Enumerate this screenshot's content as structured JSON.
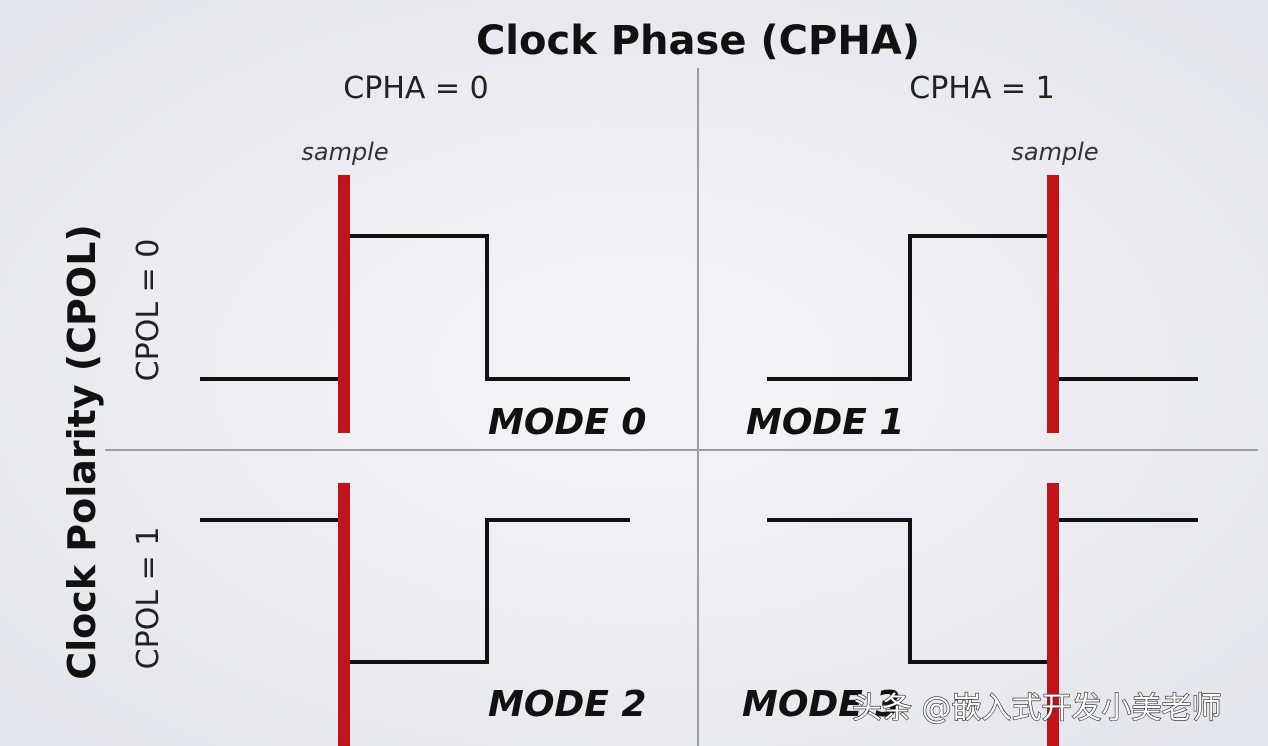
{
  "title": "Clock Phase (CPHA)",
  "y_title": "Clock Polarity (CPOL)",
  "columns": [
    "CPHA = 0",
    "CPHA = 1"
  ],
  "rows": [
    "CPOL = 0",
    "CPOL = 1"
  ],
  "sample_label": "sample",
  "modes": [
    {
      "label": "MODE 0",
      "cpol": 0,
      "cpha": 0
    },
    {
      "label": "MODE 1",
      "cpol": 0,
      "cpha": 1
    },
    {
      "label": "MODE 2",
      "cpol": 1,
      "cpha": 0
    },
    {
      "label": "MODE 3",
      "cpol": 1,
      "cpha": 1
    }
  ],
  "watermark": "头条 @嵌入式开发小美老师",
  "colors": {
    "sample_line": "#c0141b",
    "signal": "#111111",
    "background": "#e9ebf0"
  }
}
